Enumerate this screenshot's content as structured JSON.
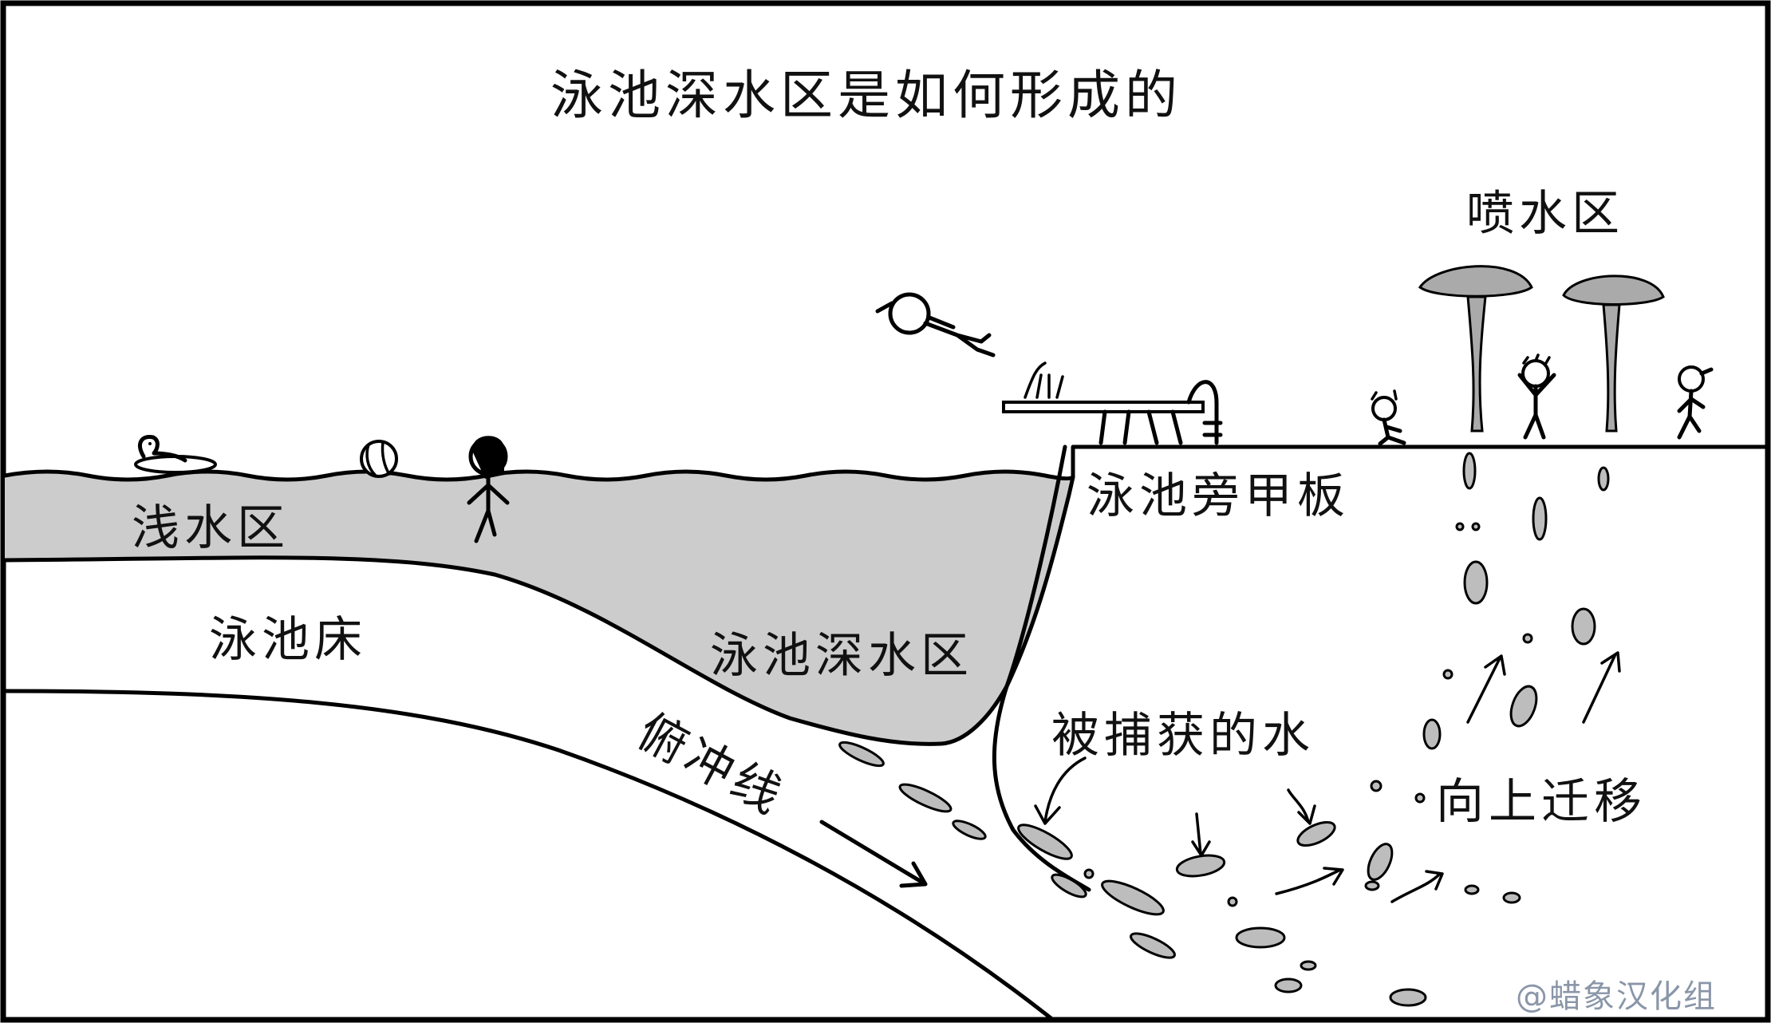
{
  "title": "泳池深水区是如何形成的",
  "labels": {
    "shallow_end": "浅水区",
    "pool_bed": "泳池床",
    "deep_end": "泳池深水区",
    "subduction_line": "俯冲线",
    "pool_deck": "泳池旁甲板",
    "captured_water": "被捕获的水",
    "upward_migration": "向上迁移",
    "splash_zone": "喷水区"
  },
  "watermark": "@蜡象汉化组",
  "colors": {
    "water": "#cccccc",
    "ink": "#000000",
    "watermark": "#8a96a8"
  }
}
